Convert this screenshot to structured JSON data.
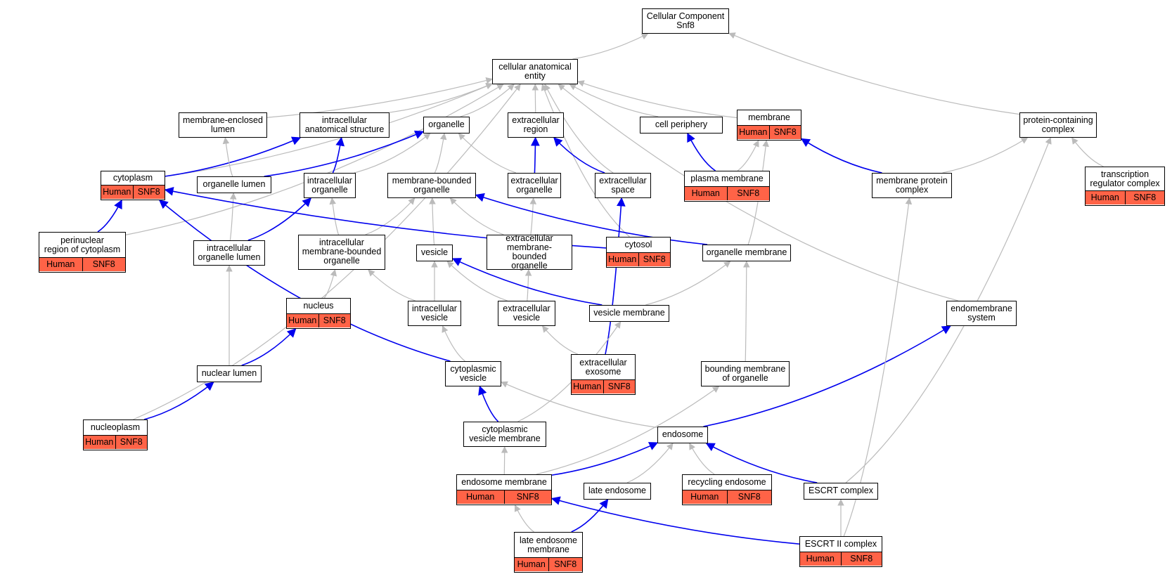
{
  "colors": {
    "gray_edge": "#bbbbbb",
    "blue_edge": "#0000ee",
    "annotation_fill": "#ff6347"
  },
  "nodes": {
    "root": {
      "label": "Cellular Component\nSnf8"
    },
    "cae": {
      "label": "cellular anatomical\nentity"
    },
    "mel": {
      "label": "membrane-enclosed\nlumen"
    },
    "ias": {
      "label": "intracellular\nanatomical structure"
    },
    "org": {
      "label": "organelle"
    },
    "exr": {
      "label": "extracellular\nregion"
    },
    "cper": {
      "label": "cell periphery"
    },
    "mem": {
      "label": "membrane",
      "species": "Human",
      "gene": "SNF8"
    },
    "pcc": {
      "label": "protein-containing\ncomplex"
    },
    "cyt": {
      "label": "cytoplasm",
      "species": "Human",
      "gene": "SNF8"
    },
    "orl": {
      "label": "organelle lumen"
    },
    "ino": {
      "label": "intracellular\norganelle"
    },
    "mbo": {
      "label": "membrane-bounded\norganelle"
    },
    "exo": {
      "label": "extracellular\norganelle"
    },
    "exs": {
      "label": "extracellular\nspace"
    },
    "pm": {
      "label": "plasma membrane",
      "species": "Human",
      "gene": "SNF8"
    },
    "mpc": {
      "label": "membrane protein\ncomplex"
    },
    "trc": {
      "label": "transcription\nregulator complex",
      "species": "Human",
      "gene": "SNF8"
    },
    "prc": {
      "label": "perinuclear\nregion of cytoplasm",
      "species": "Human",
      "gene": "SNF8"
    },
    "iol": {
      "label": "intracellular\norganelle lumen"
    },
    "imbo": {
      "label": "intracellular\nmembrane-bounded\norganelle"
    },
    "ves": {
      "label": "vesicle"
    },
    "embo": {
      "label": "extracellular\nmembrane-bounded\norganelle"
    },
    "cyto": {
      "label": "cytosol",
      "species": "Human",
      "gene": "SNF8"
    },
    "orm": {
      "label": "organelle membrane"
    },
    "nuc": {
      "label": "nucleus",
      "species": "Human",
      "gene": "SNF8"
    },
    "iv": {
      "label": "intracellular\nvesicle"
    },
    "ev": {
      "label": "extracellular\nvesicle"
    },
    "vm": {
      "label": "vesicle membrane"
    },
    "ems": {
      "label": "endomembrane\nsystem"
    },
    "nl": {
      "label": "nuclear lumen"
    },
    "cv": {
      "label": "cytoplasmic\nvesicle"
    },
    "exe": {
      "label": "extracellular\nexosome",
      "species": "Human",
      "gene": "SNF8"
    },
    "bmo": {
      "label": "bounding membrane\nof organelle"
    },
    "np": {
      "label": "nucleoplasm",
      "species": "Human",
      "gene": "SNF8"
    },
    "cvm": {
      "label": "cytoplasmic\nvesicle membrane"
    },
    "endo": {
      "label": "endosome"
    },
    "em": {
      "label": "endosome membrane",
      "species": "Human",
      "gene": "SNF8"
    },
    "le": {
      "label": "late endosome"
    },
    "re": {
      "label": "recycling endosome",
      "species": "Human",
      "gene": "SNF8"
    },
    "escrt": {
      "label": "ESCRT complex"
    },
    "lem": {
      "label": "late endosome\nmembrane",
      "species": "Human",
      "gene": "SNF8"
    },
    "escrt2": {
      "label": "ESCRT II complex",
      "species": "Human",
      "gene": "SNF8"
    }
  },
  "edges": [
    {
      "from": "cae",
      "to": "root",
      "kind": "is_a"
    },
    {
      "from": "pcc",
      "to": "root",
      "kind": "is_a"
    },
    {
      "from": "mel",
      "to": "cae",
      "kind": "is_a"
    },
    {
      "from": "ias",
      "to": "cae",
      "kind": "is_a"
    },
    {
      "from": "org",
      "to": "cae",
      "kind": "is_a"
    },
    {
      "from": "exr",
      "to": "cae",
      "kind": "is_a"
    },
    {
      "from": "cper",
      "to": "cae",
      "kind": "is_a"
    },
    {
      "from": "mem",
      "to": "cae",
      "kind": "is_a"
    },
    {
      "from": "cyt",
      "to": "cae",
      "kind": "is_a"
    },
    {
      "from": "prc",
      "to": "cae",
      "kind": "is_a"
    },
    {
      "from": "np",
      "to": "cae",
      "kind": "is_a"
    },
    {
      "from": "exs",
      "to": "cae",
      "kind": "is_a"
    },
    {
      "from": "cyto",
      "to": "cae",
      "kind": "is_a"
    },
    {
      "from": "ems",
      "to": "cae",
      "kind": "is_a"
    },
    {
      "from": "cyt",
      "to": "ias",
      "kind": "part_of"
    },
    {
      "from": "orl",
      "to": "mel",
      "kind": "is_a"
    },
    {
      "from": "orl",
      "to": "org",
      "kind": "part_of"
    },
    {
      "from": "ino",
      "to": "ias",
      "kind": "part_of"
    },
    {
      "from": "ino",
      "to": "org",
      "kind": "is_a"
    },
    {
      "from": "mbo",
      "to": "org",
      "kind": "is_a"
    },
    {
      "from": "exo",
      "to": "org",
      "kind": "is_a"
    },
    {
      "from": "exo",
      "to": "exr",
      "kind": "part_of"
    },
    {
      "from": "exs",
      "to": "exr",
      "kind": "part_of"
    },
    {
      "from": "pm",
      "to": "cper",
      "kind": "part_of"
    },
    {
      "from": "pm",
      "to": "mem",
      "kind": "is_a"
    },
    {
      "from": "mpc",
      "to": "pcc",
      "kind": "is_a"
    },
    {
      "from": "mpc",
      "to": "mem",
      "kind": "part_of"
    },
    {
      "from": "trc",
      "to": "pcc",
      "kind": "is_a"
    },
    {
      "from": "prc",
      "to": "cyt",
      "kind": "part_of"
    },
    {
      "from": "iol",
      "to": "orl",
      "kind": "is_a"
    },
    {
      "from": "iol",
      "to": "ino",
      "kind": "part_of"
    },
    {
      "from": "imbo",
      "to": "ino",
      "kind": "is_a"
    },
    {
      "from": "imbo",
      "to": "mbo",
      "kind": "is_a"
    },
    {
      "from": "ves",
      "to": "mbo",
      "kind": "is_a"
    },
    {
      "from": "embo",
      "to": "mbo",
      "kind": "is_a"
    },
    {
      "from": "embo",
      "to": "exo",
      "kind": "is_a"
    },
    {
      "from": "cyto",
      "to": "cyt",
      "kind": "part_of"
    },
    {
      "from": "orm",
      "to": "mem",
      "kind": "is_a"
    },
    {
      "from": "orm",
      "to": "mbo",
      "kind": "part_of"
    },
    {
      "from": "nuc",
      "to": "imbo",
      "kind": "is_a"
    },
    {
      "from": "iv",
      "to": "imbo",
      "kind": "is_a"
    },
    {
      "from": "iv",
      "to": "ves",
      "kind": "is_a"
    },
    {
      "from": "ev",
      "to": "ves",
      "kind": "is_a"
    },
    {
      "from": "ev",
      "to": "embo",
      "kind": "is_a"
    },
    {
      "from": "vm",
      "to": "orm",
      "kind": "is_a"
    },
    {
      "from": "vm",
      "to": "ves",
      "kind": "part_of"
    },
    {
      "from": "nl",
      "to": "iol",
      "kind": "is_a"
    },
    {
      "from": "nl",
      "to": "nuc",
      "kind": "part_of"
    },
    {
      "from": "cv",
      "to": "iv",
      "kind": "is_a"
    },
    {
      "from": "cv",
      "to": "cyt",
      "kind": "part_of"
    },
    {
      "from": "exe",
      "to": "ev",
      "kind": "is_a"
    },
    {
      "from": "exe",
      "to": "exs",
      "kind": "part_of"
    },
    {
      "from": "bmo",
      "to": "orm",
      "kind": "is_a"
    },
    {
      "from": "np",
      "to": "nl",
      "kind": "part_of"
    },
    {
      "from": "cvm",
      "to": "vm",
      "kind": "is_a"
    },
    {
      "from": "cvm",
      "to": "cv",
      "kind": "part_of"
    },
    {
      "from": "endo",
      "to": "cv",
      "kind": "is_a"
    },
    {
      "from": "endo",
      "to": "ems",
      "kind": "part_of"
    },
    {
      "from": "em",
      "to": "cvm",
      "kind": "is_a"
    },
    {
      "from": "em",
      "to": "bmo",
      "kind": "is_a"
    },
    {
      "from": "em",
      "to": "endo",
      "kind": "part_of"
    },
    {
      "from": "le",
      "to": "endo",
      "kind": "is_a"
    },
    {
      "from": "re",
      "to": "endo",
      "kind": "is_a"
    },
    {
      "from": "escrt",
      "to": "pcc",
      "kind": "is_a"
    },
    {
      "from": "escrt",
      "to": "endo",
      "kind": "part_of"
    },
    {
      "from": "lem",
      "to": "em",
      "kind": "is_a"
    },
    {
      "from": "lem",
      "to": "le",
      "kind": "part_of"
    },
    {
      "from": "escrt2",
      "to": "escrt",
      "kind": "is_a"
    },
    {
      "from": "escrt2",
      "to": "mpc",
      "kind": "is_a"
    },
    {
      "from": "escrt2",
      "to": "em",
      "kind": "part_of"
    }
  ]
}
